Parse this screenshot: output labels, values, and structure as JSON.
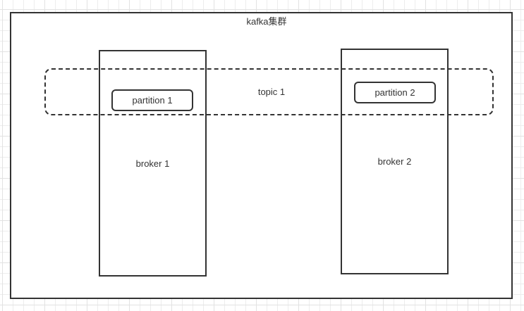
{
  "diagram": {
    "cluster_label": "kafka集群",
    "topic": {
      "label": "topic 1"
    },
    "brokers": [
      {
        "label": "broker 1"
      },
      {
        "label": "broker 2"
      }
    ],
    "partitions": [
      {
        "label": "partition 1"
      },
      {
        "label": "partition 2"
      }
    ]
  },
  "colors": {
    "stroke": "#333333",
    "text": "#333333",
    "canvas_bg": "#ffffff",
    "shape_fill": "#ffffff",
    "grid_minor": "#ededed",
    "grid_major": "#e2e2e2"
  }
}
